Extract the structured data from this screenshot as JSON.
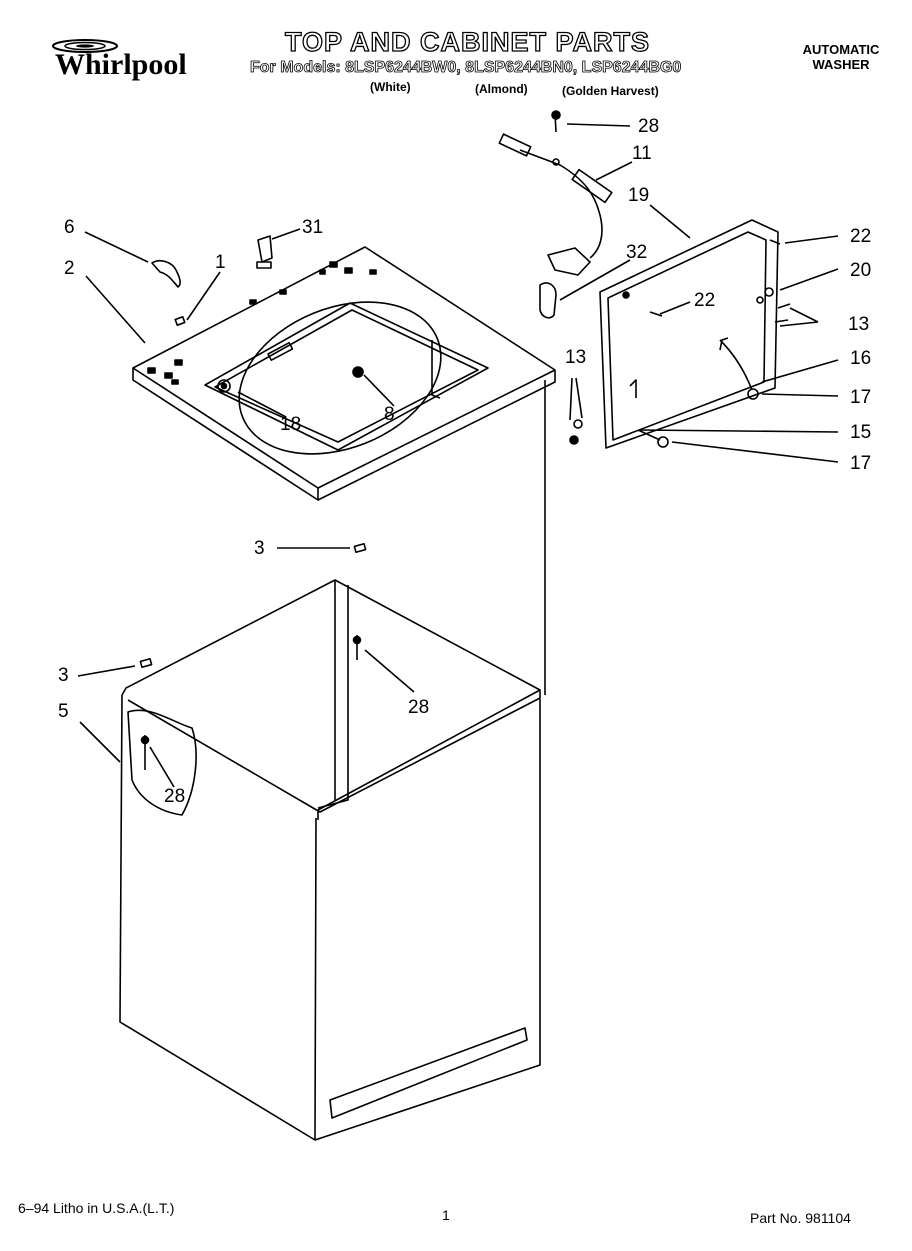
{
  "header": {
    "brand": "Whirlpool",
    "title": "TOP AND CABINET PARTS",
    "models_line": "For Models: 8LSP6244BW0, 8LSP6244BN0, LSP6244BG0",
    "variants": [
      "(White)",
      "(Almond)",
      "(Golden Harvest)"
    ],
    "product_kind": [
      "AUTOMATIC",
      "WASHER"
    ]
  },
  "callouts": [
    "28",
    "11",
    "19",
    "6",
    "31",
    "22",
    "2",
    "1",
    "32",
    "20",
    "22",
    "13",
    "16",
    "17",
    "8",
    "18",
    "13",
    "15",
    "17",
    "3",
    "28",
    "3",
    "5",
    "28"
  ],
  "footer": {
    "litho": "6–94 Litho in U.S.A.(L.T.)",
    "page_number": "1",
    "part_number": "Part No. 981104"
  }
}
